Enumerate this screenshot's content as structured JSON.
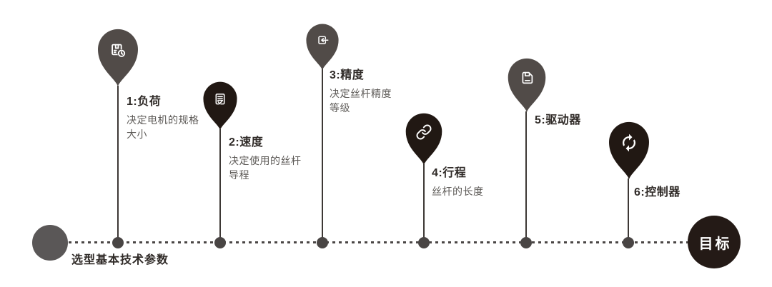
{
  "colors": {
    "pin_gray": "#514b48",
    "pin_dark": "#211813",
    "stem": "#3d3835",
    "dot": "#494544",
    "dotted_line": "#4a4645",
    "start_circle": "#5a5757",
    "end_circle": "#241a16",
    "title_text": "#302b28",
    "desc_text": "#5d5a57",
    "icon": "#ffffff"
  },
  "timeline": {
    "start_label": "选型基本技术参数",
    "end_circle_label": "目标",
    "nodes": [
      {
        "title": "1:负荷",
        "desc_line1": "决定电机的规格",
        "desc_line2": "大小",
        "icon": "package-clock-icon",
        "variant": "gray"
      },
      {
        "title": "2:速度",
        "desc_line1": "决定使用的丝杆",
        "desc_line2": "导程",
        "icon": "memo-check-icon",
        "variant": "dark"
      },
      {
        "title": "3:精度",
        "desc_line1": "决定丝杆精度",
        "desc_line2": "等级",
        "icon": "import-arrow-icon",
        "variant": "gray"
      },
      {
        "title": "4:行程",
        "desc_line1": "丝杆的长度",
        "icon": "link-icon",
        "variant": "dark"
      },
      {
        "title": "5:驱动器",
        "icon": "save-icon",
        "variant": "gray"
      },
      {
        "title": "6:控制器",
        "icon": "sync-icon",
        "variant": "dark"
      }
    ]
  }
}
